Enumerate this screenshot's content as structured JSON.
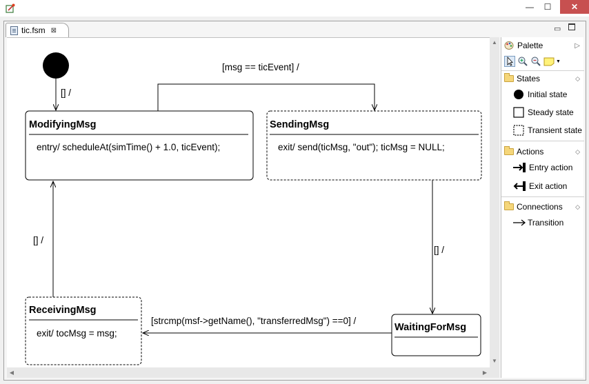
{
  "window": {
    "minimize_glyph": "—",
    "maximize_glyph": "☐",
    "close_glyph": "✕"
  },
  "editor": {
    "tab_label": "tic.fsm",
    "tab_close_glyph": "⊠",
    "minimize_glyph": "▭"
  },
  "diagram": {
    "states": [
      {
        "id": "modifying",
        "name": "ModifyingMsg",
        "kind": "steady",
        "action": "entry/ scheduleAt(simTime() + 1.0, ticEvent);"
      },
      {
        "id": "sending",
        "name": "SendingMsg",
        "kind": "transient",
        "action": "exit/  send(ticMsg, \"out\"); ticMsg = NULL;"
      },
      {
        "id": "receiving",
        "name": "ReceivingMsg",
        "kind": "transient",
        "action": "exit/ tocMsg = msg;"
      },
      {
        "id": "waiting",
        "name": "WaitingForMsg",
        "kind": "steady",
        "action": ""
      }
    ],
    "transitions": [
      {
        "id": "init-to-modifying",
        "label": "[] /"
      },
      {
        "id": "modifying-to-sending",
        "label": "[msg == ticEvent] /"
      },
      {
        "id": "sending-to-waiting",
        "label": "[] /"
      },
      {
        "id": "waiting-to-receiving",
        "label": "[strcmp(msf->getName(), \"transferredMsg\") ==0] /"
      },
      {
        "id": "receiving-to-modifying",
        "label": "[] /"
      }
    ]
  },
  "palette": {
    "title": "Palette",
    "groups": [
      {
        "id": "states",
        "label": "States",
        "items": [
          {
            "label": "Initial state",
            "icon": "initial-state-icon"
          },
          {
            "label": "Steady state",
            "icon": "steady-state-icon"
          },
          {
            "label": "Transient state",
            "icon": "transient-state-icon"
          }
        ]
      },
      {
        "id": "actions",
        "label": "Actions",
        "items": [
          {
            "label": "Entry action",
            "icon": "entry-action-icon"
          },
          {
            "label": "Exit action",
            "icon": "exit-action-icon"
          }
        ]
      },
      {
        "id": "connections",
        "label": "Connections",
        "items": [
          {
            "label": "Transition",
            "icon": "transition-arrow-icon"
          }
        ]
      }
    ]
  },
  "colors": {
    "close_button": "#c75050",
    "folder": "#f5d67a",
    "canvas": "#ffffff"
  }
}
